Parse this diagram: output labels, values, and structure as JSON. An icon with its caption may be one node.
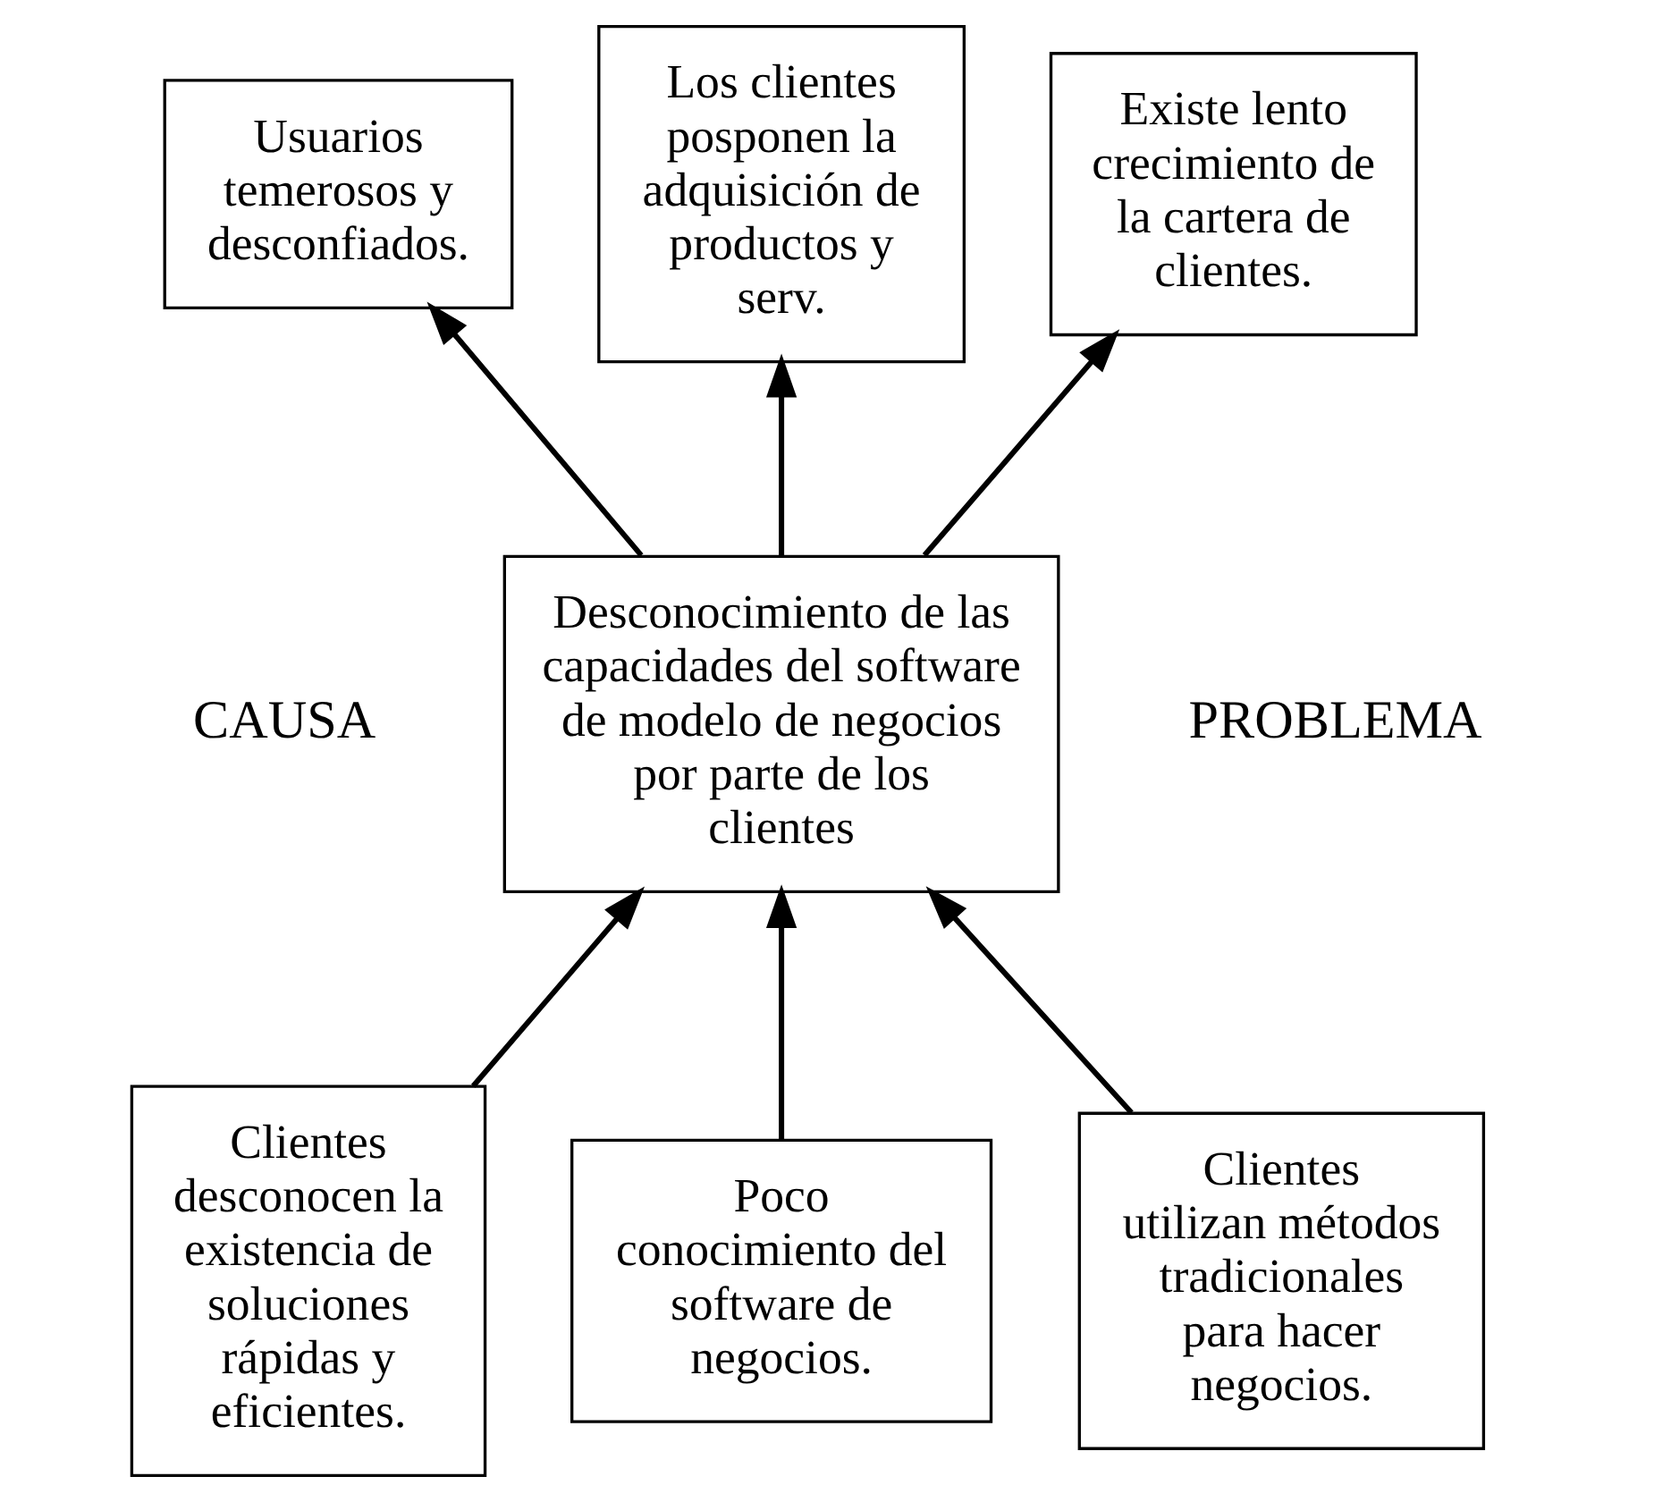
{
  "diagram": {
    "nodes": [
      {
        "text": [
          "Usuarios temerosos y desconfiados."
        ]
      },
      {
        "text": [
          "Los clientes posponen la adquisición de productos y serv."
        ]
      },
      {
        "text": [
          "Existe lento crecimiento de la cartera de clientes."
        ]
      },
      {
        "text": [
          "Desconocimiento de las capacidades del software de modelo de negocios por parte de los clientes"
        ]
      },
      {
        "text": [
          "Clientes desconocen la existencia de soluciones rápidas y eficientes."
        ]
      },
      {
        "text": [
          "Poco conocimiento del software de negocios."
        ]
      },
      {
        "text": [
          "Clientes utilizan métodos tradicionales para hacer negocios."
        ]
      }
    ],
    "edges": [
      {
        "from": 3,
        "to": 0,
        "arrow": "to"
      },
      {
        "from": 3,
        "to": 1,
        "arrow": "to"
      },
      {
        "from": 3,
        "to": 2,
        "arrow": "to"
      },
      {
        "from": 4,
        "to": 3,
        "arrow": "to"
      },
      {
        "from": 5,
        "to": 3,
        "arrow": "to"
      },
      {
        "from": 6,
        "to": 3,
        "arrow": "to"
      }
    ],
    "labels": [
      "PROBLEMA",
      "CAUSA"
    ]
  }
}
